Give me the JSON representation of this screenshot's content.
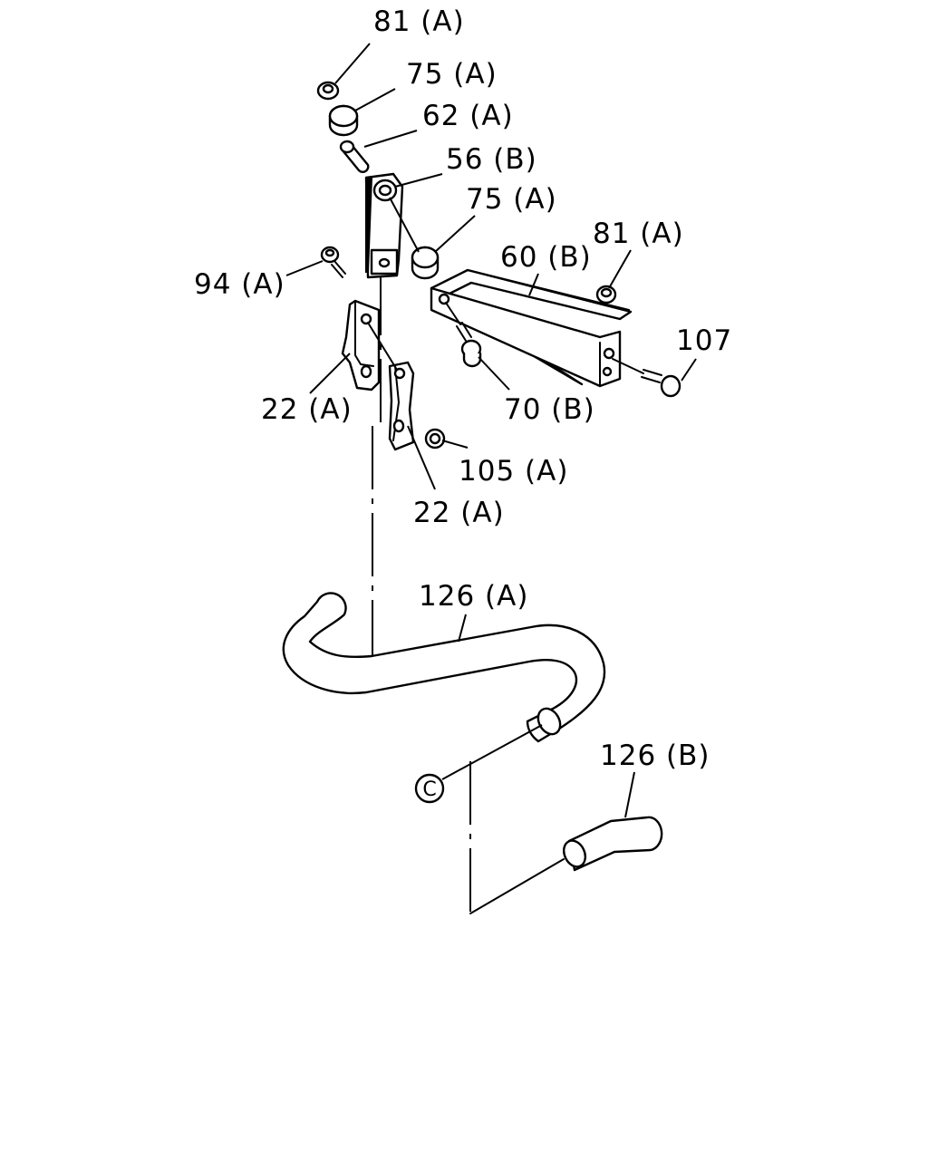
{
  "callouts": {
    "nut_81a_top": "81 (A)",
    "bushing_75a_top": "75 (A)",
    "collar_62a": "62 (A)",
    "link_56b": "56 (B)",
    "bushing_75a_mid": "75 (A)",
    "nut_81a_right": "81 (A)",
    "bracket_60b": "60 (B)",
    "bolt_94a": "94 (A)",
    "bolt_107": "107",
    "clamp_22a_left": "22 (A)",
    "bolt_70b": "70 (B)",
    "nut_105a": "105 (A)",
    "clamp_22a_right": "22 (A)",
    "bar_126a": "126 (A)",
    "bar_126b": "126 (B)"
  },
  "reference_mark": "C"
}
